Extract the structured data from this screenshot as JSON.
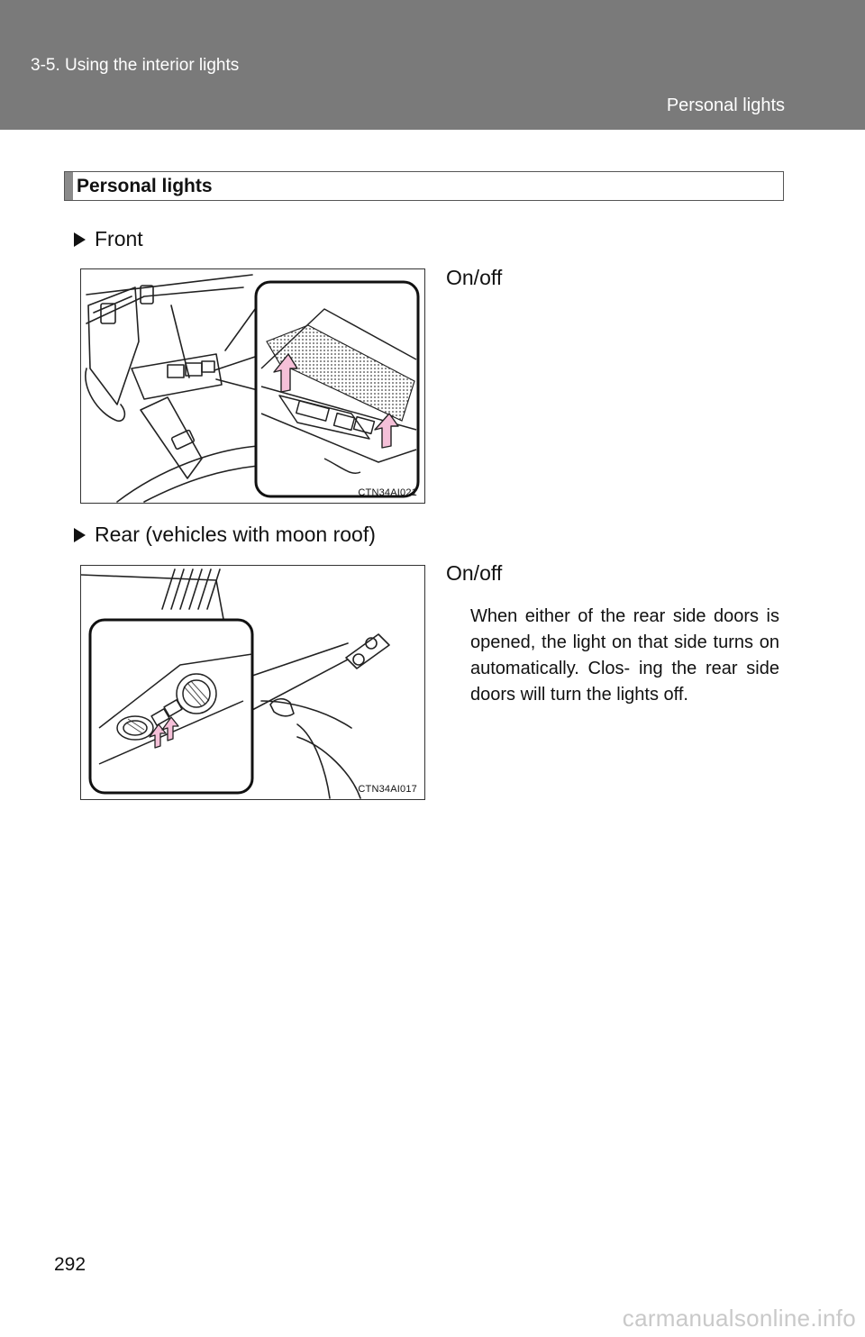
{
  "header": {
    "section": "3-5. Using the interior lights",
    "topic": "Personal lights"
  },
  "section_title": "Personal lights",
  "front": {
    "heading": "Front",
    "figure_code": "CTN34AI021",
    "caption": "On/off"
  },
  "rear": {
    "heading": "Rear (vehicles with moon roof)",
    "figure_code": "CTN34AI017",
    "caption": "On/off",
    "note": "When either of the rear side doors is opened, the light on that side turns on automatically. Clos- ing the rear side doors will turn the lights off."
  },
  "page_number": "292",
  "watermark": "carmanualsonline.info",
  "colors": {
    "header_band": "#7a7a7a",
    "arrow_fill": "#f5c0d8"
  }
}
